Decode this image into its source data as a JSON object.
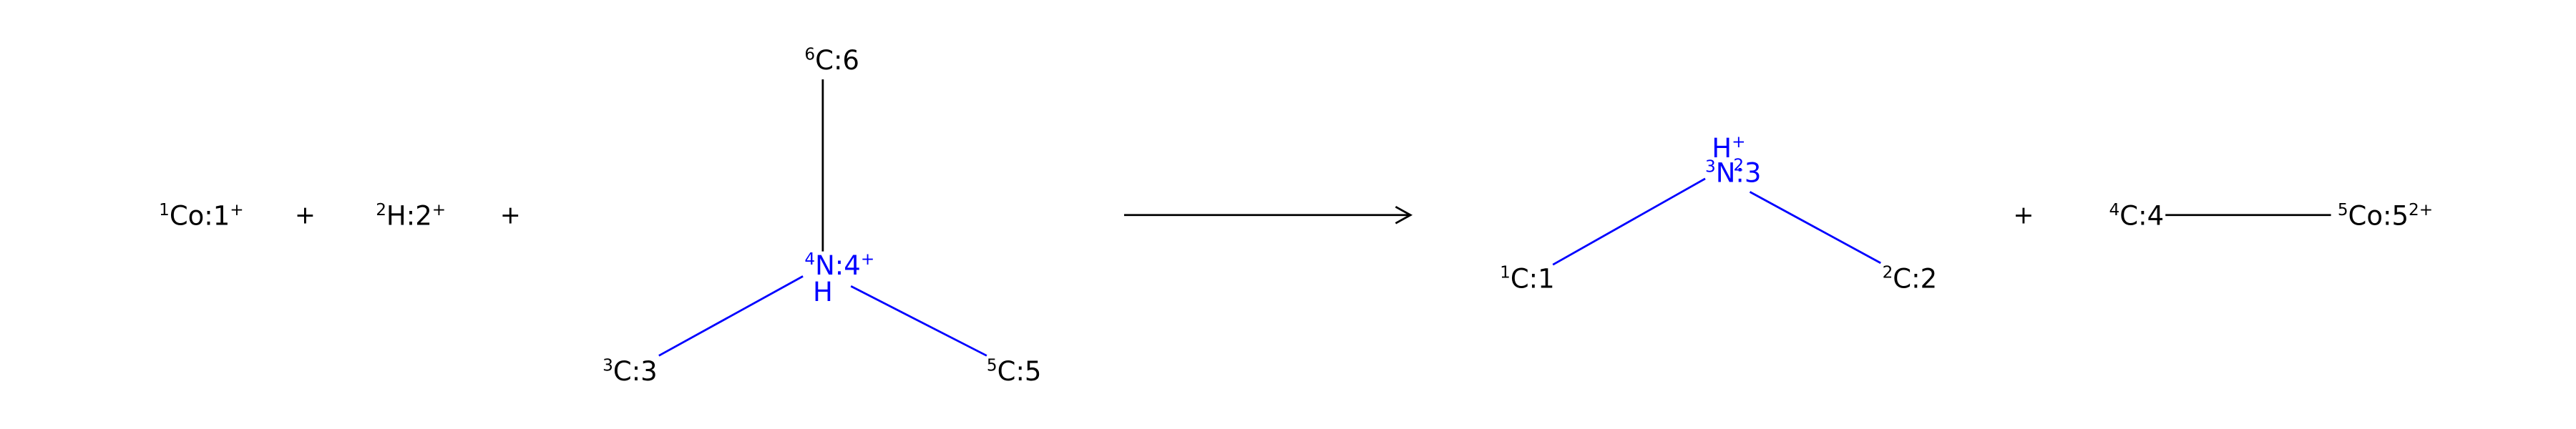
{
  "colors": {
    "background": "#ffffff",
    "carbon_bond": "#000000",
    "nitrogen": "#0000ff"
  },
  "reactants": {
    "co": {
      "iso": "1",
      "text": "Co:1",
      "charge": "+"
    },
    "h": {
      "iso": "2",
      "text": "H:2",
      "charge": "+"
    },
    "n_center": {
      "iso": "4",
      "text": "N:4",
      "charge": "+",
      "h": "H"
    },
    "c6": {
      "iso": "6",
      "text": "C:6"
    },
    "c3": {
      "iso": "3",
      "text": "C:3"
    },
    "c5": {
      "iso": "5",
      "text": "C:5"
    }
  },
  "products": {
    "n_center": {
      "iso": "3",
      "text": "N:3",
      "charge": "+",
      "h": "H",
      "h_count": "2"
    },
    "c1": {
      "iso": "1",
      "text": "C:1"
    },
    "c2": {
      "iso": "2",
      "text": "C:2"
    },
    "c4": {
      "iso": "4",
      "text": "C:4"
    },
    "co": {
      "iso": "5",
      "text": "Co:5",
      "charge": "2+"
    }
  },
  "operators": {
    "plus_1": "+",
    "plus_2": "+",
    "plus_3": "+"
  },
  "arrow_icon": "reaction-arrow-icon"
}
